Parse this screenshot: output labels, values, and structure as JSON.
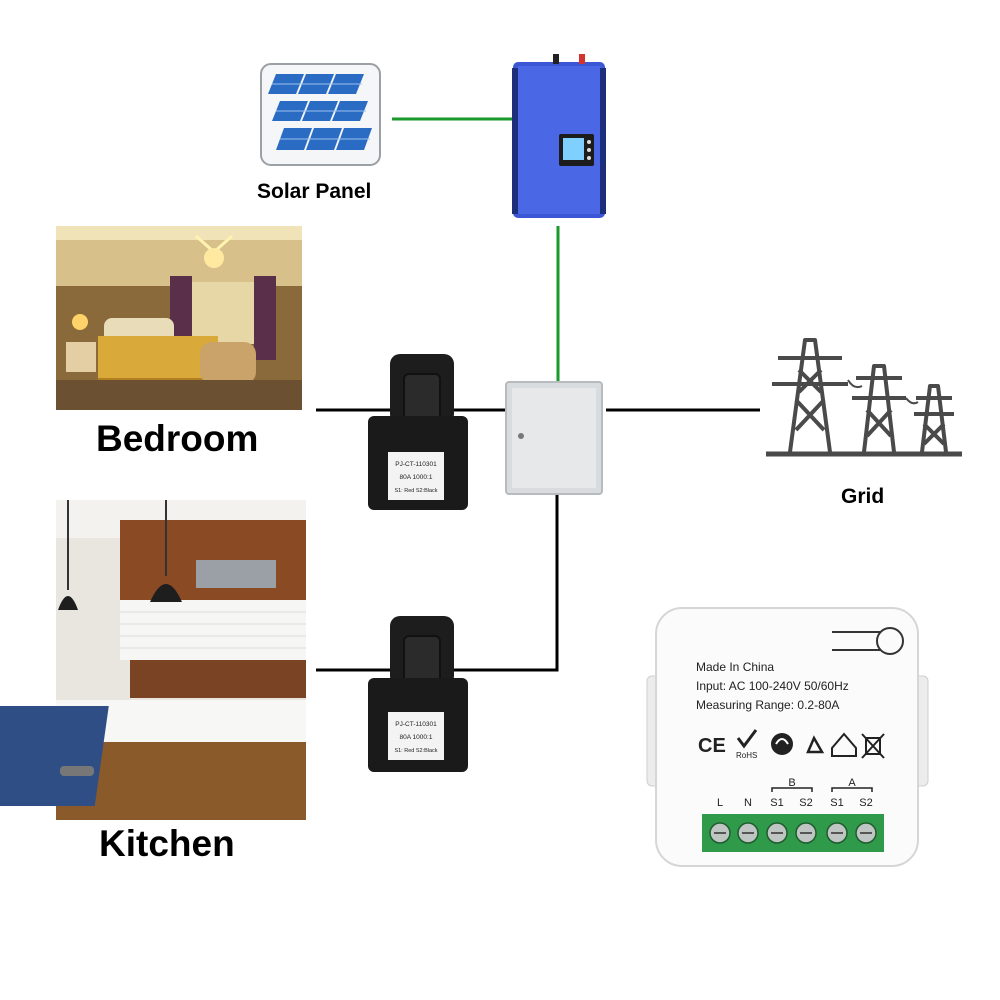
{
  "labels": {
    "solar_panel": "Solar Panel",
    "bedroom": "Bedroom",
    "kitchen": "Kitchen",
    "grid": "Grid"
  },
  "clamp_ct": {
    "model": "PJ-CT-110301",
    "rating": "80A 1000:1",
    "wires": "S1: Red  S2:Black"
  },
  "meter": {
    "made_in": "Made In China",
    "input": "Input: AC 100-240V 50/60Hz",
    "range": "Measuring Range: 0.2-80A",
    "cert_ce": "CE",
    "cert_rohs": "RoHS",
    "group_b": "B",
    "group_a": "A",
    "terminal_labels": [
      "L",
      "N",
      "S1",
      "S2",
      "S1",
      "S2"
    ]
  },
  "colors": {
    "solar_line": "#1a9a2a",
    "grid_line": "#000000",
    "inverter_blue": "#3b57d6",
    "terminal_green": "#2f9a4a"
  }
}
